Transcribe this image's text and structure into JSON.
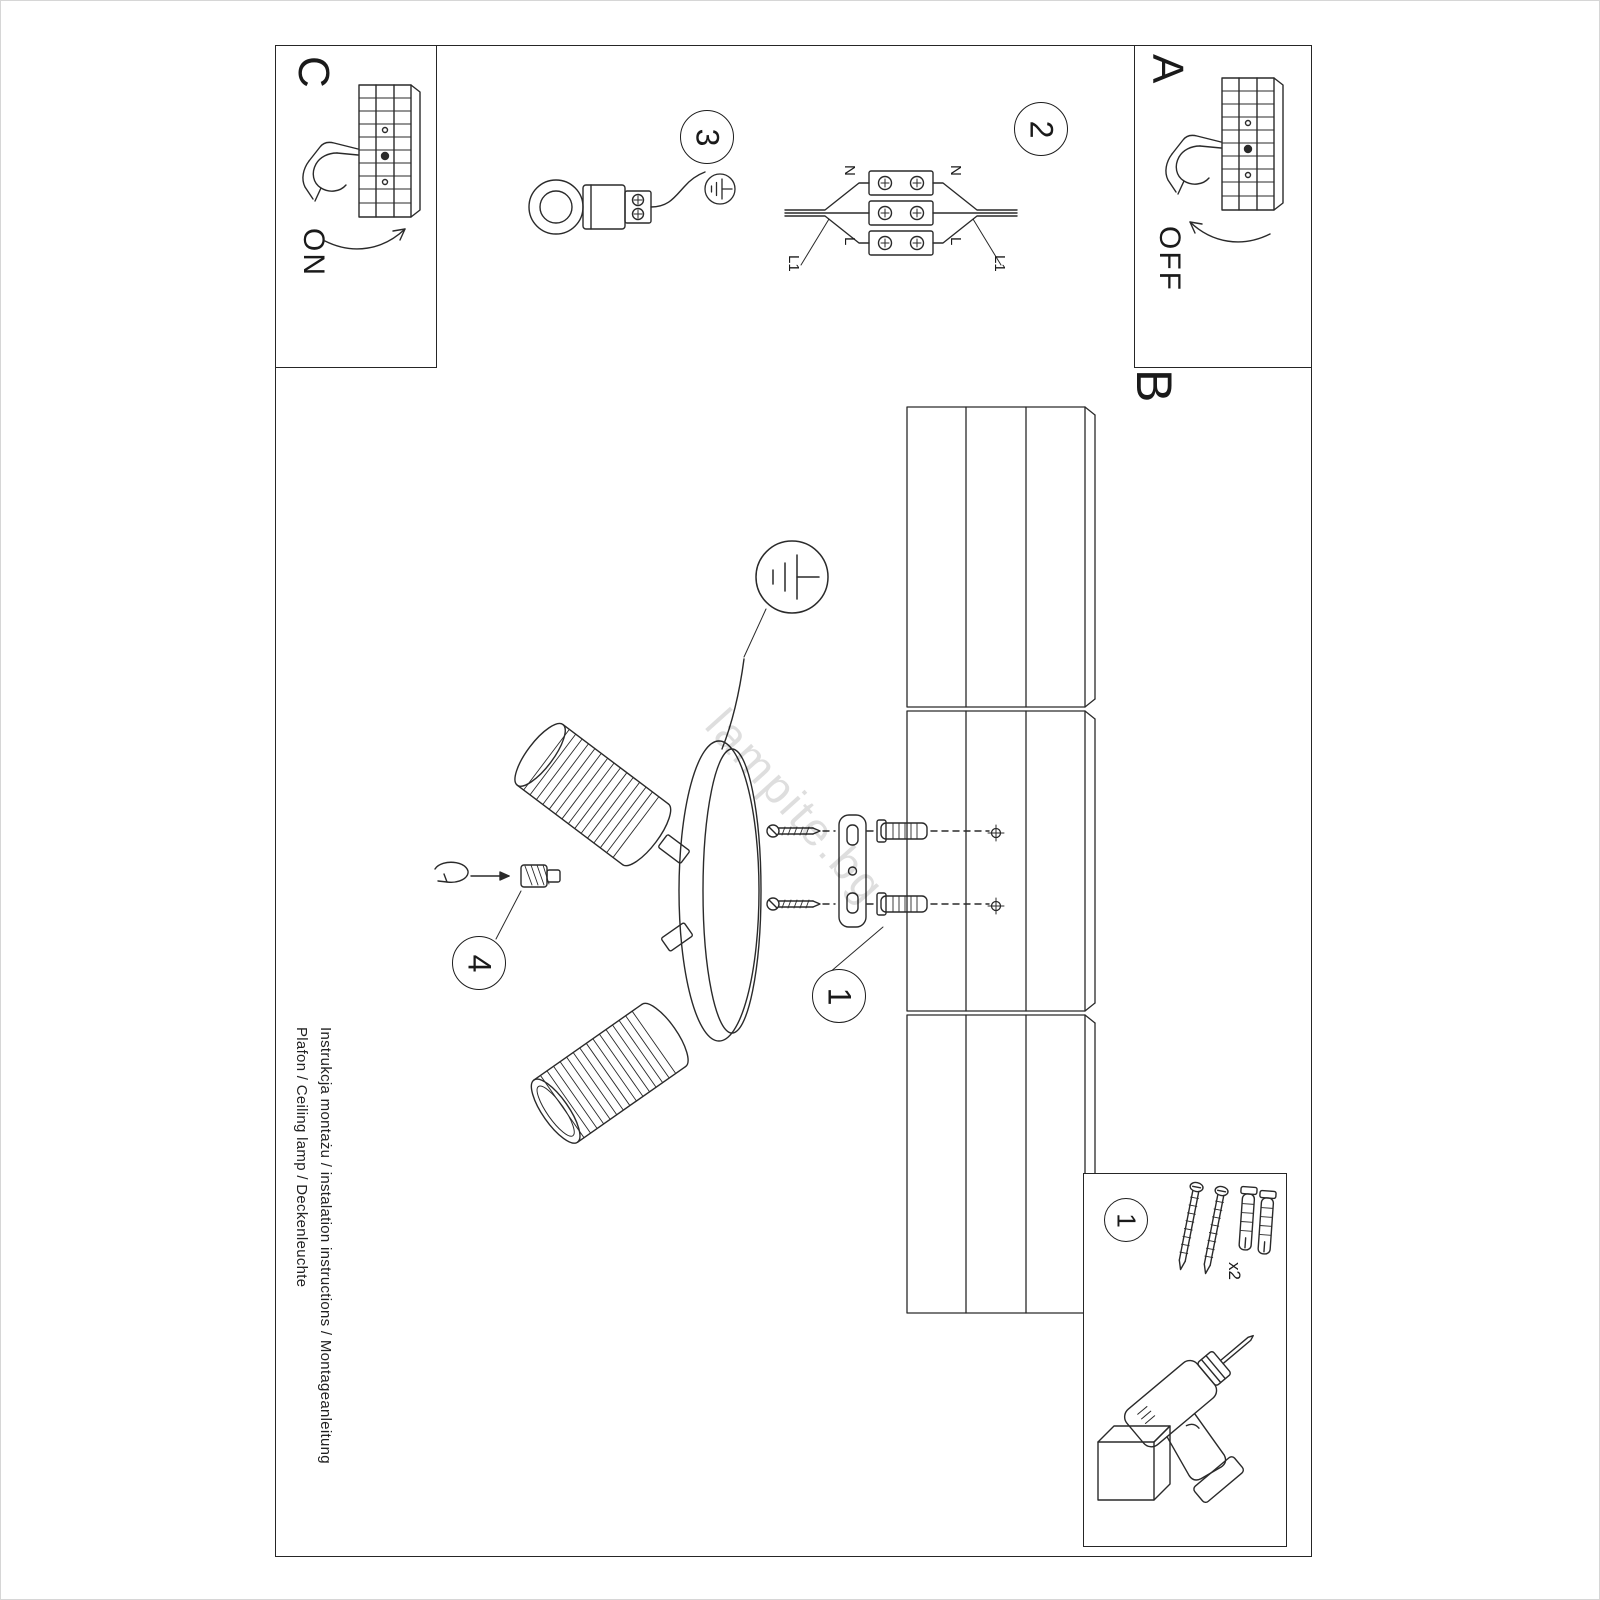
{
  "watermark": "lampite.bg",
  "footer": {
    "line1": "Instrukcja montażu / instalation instructions / Montageanleitung",
    "line2": "Plafon / Ceiling lamp / Deckenleuchte"
  },
  "sections": {
    "a": {
      "label": "A",
      "switch_state": "OFF"
    },
    "b": {
      "label": "B"
    },
    "c": {
      "label": "C",
      "switch_state": "ON"
    }
  },
  "steps": {
    "s1": "1",
    "s2": "2",
    "s3": "3",
    "s4": "4"
  },
  "wiring": {
    "n_left": "N",
    "n_right": "N",
    "l_left": "L",
    "l_right": "L",
    "l1_left": "L1",
    "l1_right": "L1"
  },
  "parts_box": {
    "step": "1",
    "screws_qty": "x2"
  }
}
